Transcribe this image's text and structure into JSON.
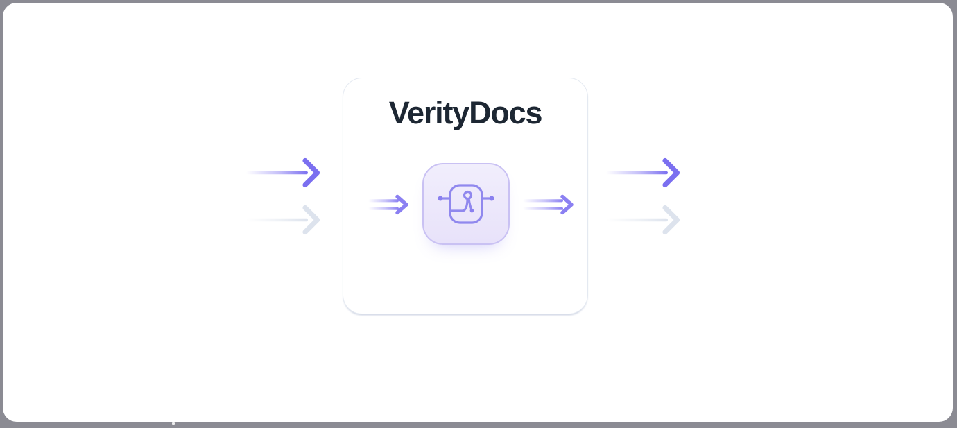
{
  "card": {
    "title": "VerityDocs"
  },
  "icons": {
    "center_icon": "api-node",
    "input_arrow_primary": "arrow-right",
    "input_arrow_secondary": "arrow-right",
    "output_arrow_primary": "arrow-right",
    "output_arrow_secondary": "arrow-right",
    "inner_arrow_left": "double-line-arrow-right",
    "inner_arrow_right": "double-line-arrow-right"
  },
  "colors": {
    "outer_background": "#8b8b93",
    "surface_background": "#ffffff",
    "title_text": "#1d2733",
    "card_background": "#ffffff",
    "card_border": "#e4e9f1",
    "arrow_purple": "#7b6ff0",
    "arrow_purple_soft": "#8b80f2",
    "arrow_gray": "#dde3ed",
    "iconbox_fill_top": "#f1eefc",
    "iconbox_fill_bottom": "#e8e2fa",
    "iconbox_border": "#c9c1f3",
    "icon_stroke": "#9088ee",
    "icon_dot": "#8a80ef"
  }
}
